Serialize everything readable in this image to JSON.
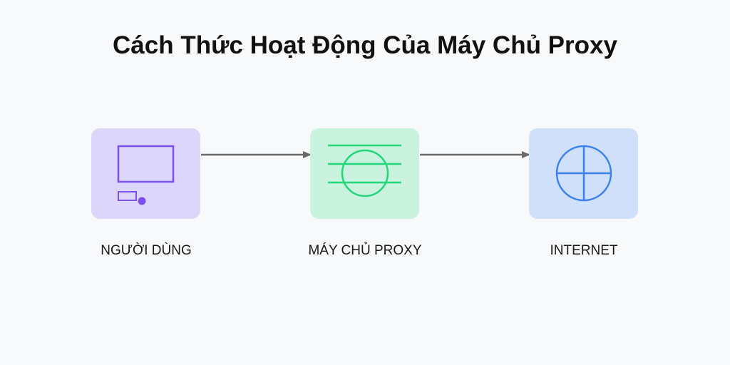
{
  "title": "Cách Thức Hoạt Động Của Máy Chủ Proxy",
  "nodes": [
    {
      "id": "user",
      "label": "NGƯỜI DÙNG",
      "icon": "computer-icon",
      "fill": "#ddd6fb",
      "stroke": "#7c4ff0"
    },
    {
      "id": "proxy",
      "label": "MÁY CHỦ PROXY",
      "icon": "server-globe-icon",
      "fill": "#c9f3de",
      "stroke": "#22d77a"
    },
    {
      "id": "internet",
      "label": "INTERNET",
      "icon": "globe-icon",
      "fill": "#d0e0fb",
      "stroke": "#3b82f0"
    }
  ],
  "edges": [
    {
      "from": "user",
      "to": "proxy"
    },
    {
      "from": "proxy",
      "to": "internet"
    }
  ],
  "colors": {
    "arrow": "#6b6b6b",
    "background": "#f8f9fb"
  }
}
